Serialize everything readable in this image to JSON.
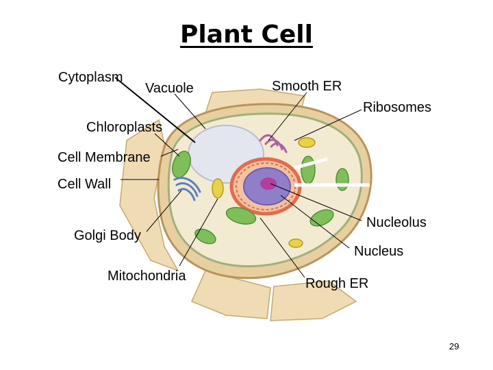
{
  "title": "Plant Cell",
  "labels": {
    "cytoplasm": "Cytoplasm",
    "vacuole": "Vacuole",
    "chloroplasts": "Chloroplasts",
    "cell_membrane": "Cell Membrane",
    "cell_wall": "Cell Wall",
    "golgi_body": "Golgi Body",
    "mitochondria": "Mitochondria",
    "smooth_er": "Smooth ER",
    "ribosomes": "Ribosomes",
    "nucleolus": "Nucleolus",
    "nucleus": "Nucleus",
    "rough_er": "Rough ER"
  },
  "page_number": "29",
  "colors": {
    "cell_wall": "#e8cfa0",
    "cytoplasm": "#f3ead2",
    "vacuole": "#e3e6ee",
    "chloroplast": "#7fbf5a",
    "nucleus": "#8f7fc8",
    "nucleolus": "#b0409a",
    "rough_er": "#e66a4a",
    "golgi": "#5b7fc0",
    "mitochondria": "#e8d24a",
    "smooth_er": "#b060a0"
  }
}
